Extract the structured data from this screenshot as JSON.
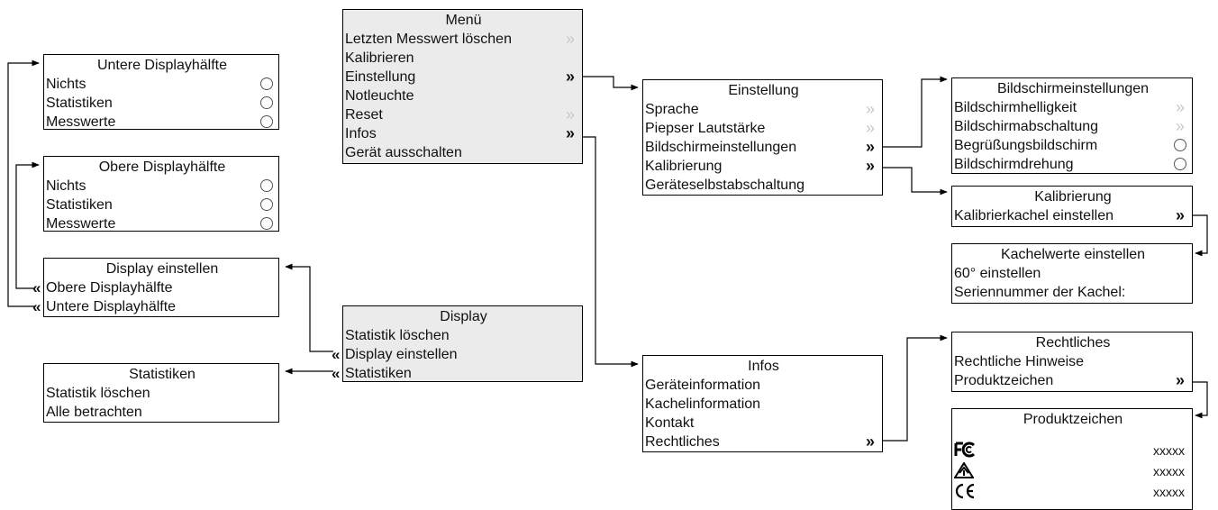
{
  "menu": {
    "title": "Menü",
    "items": [
      {
        "label": "Letzten Messwert löschen"
      },
      {
        "label": "Kalibrieren"
      },
      {
        "label": "Einstellung"
      },
      {
        "label": "Notleuchte"
      },
      {
        "label": "Reset"
      },
      {
        "label": "Infos"
      },
      {
        "label": "Gerät ausschalten"
      }
    ]
  },
  "einstellung": {
    "title": "Einstellung",
    "items": [
      {
        "label": "Sprache"
      },
      {
        "label": "Piepser Lautstärke"
      },
      {
        "label": "Bildschirmeinstellungen"
      },
      {
        "label": "Kalibrierung"
      },
      {
        "label": "Geräteselbstabschaltung"
      }
    ]
  },
  "bildschirm": {
    "title": "Bildschirmeinstellungen",
    "items": [
      {
        "label": "Bildschirmhelligkeit"
      },
      {
        "label": "Bildschirmabschaltung"
      },
      {
        "label": "Begrüßungsbildschirm"
      },
      {
        "label": "Bildschirmdrehung"
      }
    ]
  },
  "kalibrierung": {
    "title": "Kalibrierung",
    "items": [
      {
        "label": "Kalibrierkachel einstellen"
      }
    ]
  },
  "kachelwerte": {
    "title": "Kachelwerte einstellen",
    "items": [
      {
        "label": "60° einstellen"
      },
      {
        "label": "Seriennummer der Kachel:"
      }
    ]
  },
  "untere": {
    "title": "Untere Displayhälfte",
    "items": [
      {
        "label": "Nichts"
      },
      {
        "label": "Statistiken"
      },
      {
        "label": "Messwerte"
      }
    ]
  },
  "obere": {
    "title": "Obere Displayhälfte",
    "items": [
      {
        "label": "Nichts"
      },
      {
        "label": "Statistiken"
      },
      {
        "label": "Messwerte"
      }
    ]
  },
  "display_einstellen": {
    "title": "Display einstellen",
    "items": [
      {
        "label": "Obere Displayhälfte"
      },
      {
        "label": "Untere Displayhälfte"
      }
    ]
  },
  "display": {
    "title": "Display",
    "items": [
      {
        "label": "Statistik löschen"
      },
      {
        "label": "Display einstellen"
      },
      {
        "label": "Statistiken"
      }
    ]
  },
  "statistiken": {
    "title": "Statistiken",
    "items": [
      {
        "label": "Statistik löschen"
      },
      {
        "label": "Alle betrachten"
      }
    ]
  },
  "infos": {
    "title": "Infos",
    "items": [
      {
        "label": "Geräteinformation"
      },
      {
        "label": "Kachelinformation"
      },
      {
        "label": "Kontakt"
      },
      {
        "label": "Rechtliches"
      }
    ]
  },
  "rechtliches": {
    "title": "Rechtliches",
    "items": [
      {
        "label": "Rechtliche Hinweise"
      },
      {
        "label": "Produktzeichen"
      }
    ]
  },
  "produktzeichen": {
    "title": "Produktzeichen",
    "items": [
      {
        "logo": "FC",
        "icon": "fcc-logo-icon",
        "value": "xxxxx"
      },
      {
        "logo": "RCM",
        "icon": "rcm-logo-icon",
        "value": "xxxxx"
      },
      {
        "logo": "CE",
        "icon": "ce-logo-icon",
        "value": "xxxxx"
      }
    ]
  },
  "glyphs": {
    "forward": "»",
    "back": "«"
  },
  "colors": {
    "gray_box": "#ebebeb",
    "border": "#000000",
    "dim_arrow": "#c8c8c8"
  }
}
